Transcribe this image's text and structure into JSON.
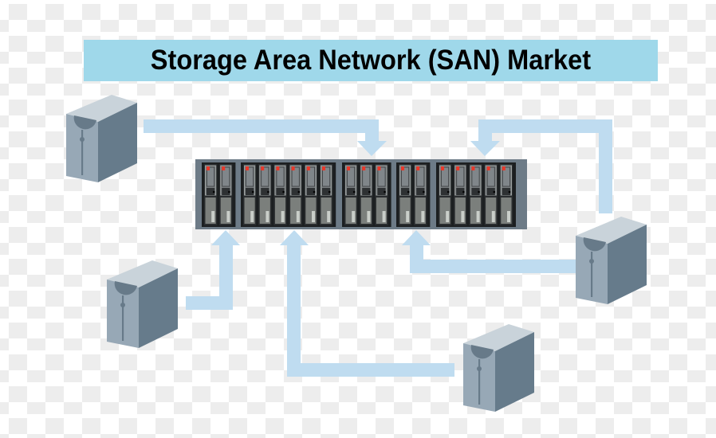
{
  "title": "Storage Area Network (SAN) Market",
  "colors": {
    "banner": "#9fd8ea",
    "connector": "#bfdcf0",
    "server_front": "#97a8b6",
    "server_side": "#667b8b",
    "server_top": "#c9d3da",
    "array_body": "#6d7b87",
    "drive_led": "#e8392b"
  },
  "storage_array": {
    "label": "storage-array",
    "drive_groups": [
      2,
      6,
      3,
      2,
      5
    ]
  },
  "servers": [
    {
      "id": "server-top-left"
    },
    {
      "id": "server-right"
    },
    {
      "id": "server-bottom-left"
    },
    {
      "id": "server-bottom-center"
    }
  ],
  "connections": [
    {
      "from": "server-top-left",
      "to": "storage-array"
    },
    {
      "from": "server-right",
      "to": "storage-array",
      "route": "top"
    },
    {
      "from": "server-right",
      "to": "storage-array",
      "route": "bottom"
    },
    {
      "from": "server-bottom-left",
      "to": "storage-array"
    },
    {
      "from": "server-bottom-center",
      "to": "storage-array"
    }
  ]
}
